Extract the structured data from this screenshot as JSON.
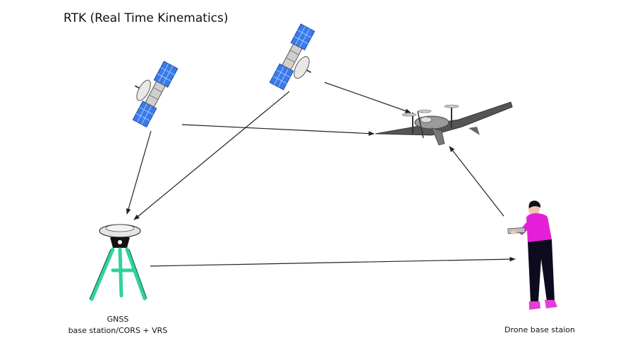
{
  "title": "RTK (Real Time Kinematics)",
  "nodes": {
    "gnss": {
      "label_line1": "GNSS",
      "label_line2": "base station/CORS + VRS"
    },
    "drone_base": {
      "label": "Drone base staion"
    }
  },
  "icons": [
    "satellite-icon",
    "satellite-icon",
    "drone-aircraft-icon",
    "gnss-receiver-icon",
    "operator-person-icon"
  ],
  "colors": {
    "tripod": "#2fd39a",
    "person_shirt": "#e51fd8",
    "person_pants": "#0c0c1e",
    "person_shoes": "#e23fd6",
    "panel": "#3a7bea",
    "arrow": "#222222"
  }
}
